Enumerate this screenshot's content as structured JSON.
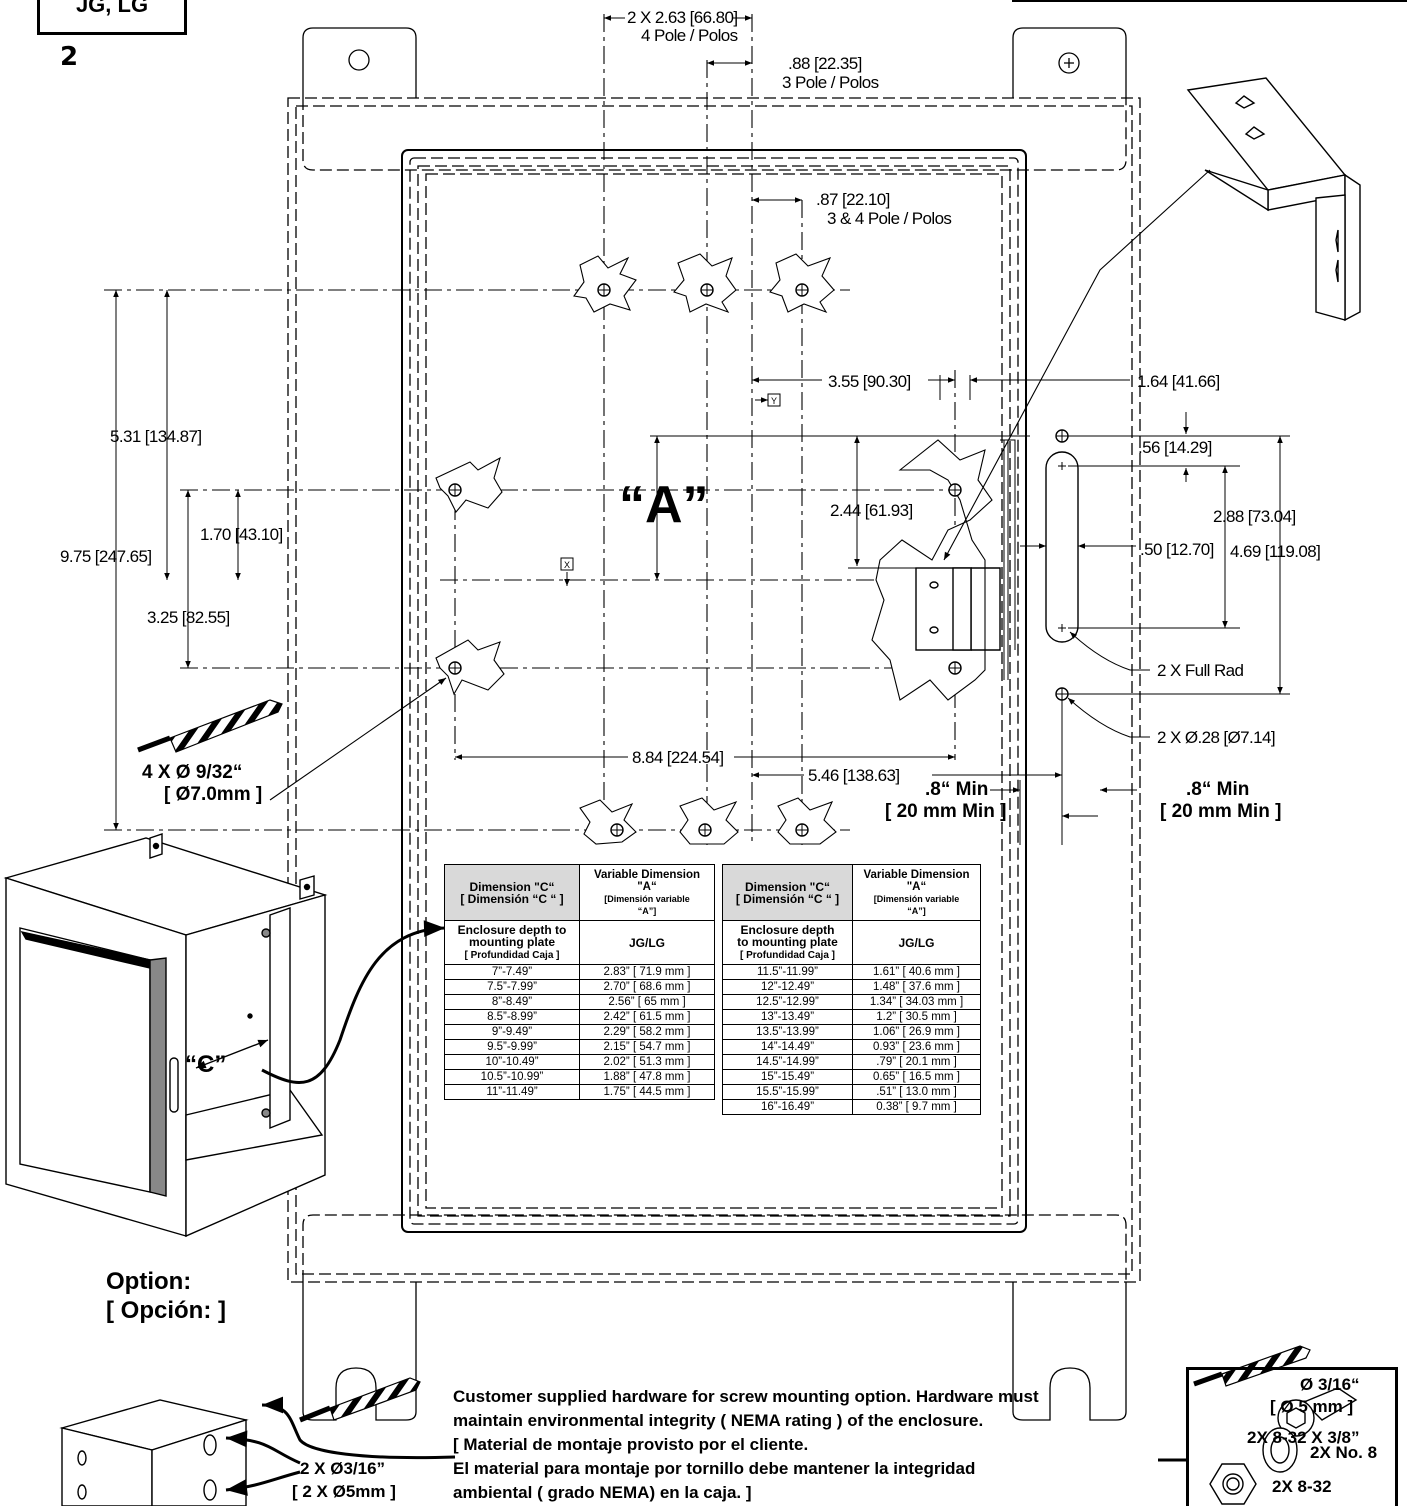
{
  "header": {
    "models": "JG, LG",
    "step": "2"
  },
  "dims": {
    "pole4": "2 X 2.63 [66.80]",
    "pole4_label": "4 Pole / Polos",
    "pole3": ".88 [22.35]",
    "pole3_label": "3 Pole / Polos",
    "pole34": ".87 [22.10]",
    "pole34_label": "3 & 4 Pole / Polos",
    "d355": "3.55 [90.30]",
    "d164": "1.64 [41.66]",
    "d531": "5.31 [134.87]",
    "d056": ".56 [14.29]",
    "d244": "2.44 [61.93]",
    "d288": "2.88 [73.04]",
    "d170": "1.70 [43.10]",
    "d050": ".50 [12.70]",
    "d469": "4.69 [119.08]",
    "d975": "9.75 [247.65]",
    "d325": "3.25 [82.55]",
    "fullrad": "2 X Full Rad",
    "d028": "2 X Ø.28 [Ø7.14]",
    "d884": "8.84 [224.54]",
    "d546": "5.46 [138.63]",
    "min1": ".8“ Min",
    "min1b": "[ 20 mm Min ]",
    "min2": ".8“ Min",
    "min2b": "[ 20 mm Min ]",
    "datum_y": "Y",
    "datum_x": "X"
  },
  "labels": {
    "A": "“A”",
    "C": "“C”",
    "drill_main": "4 X Ø 9/32“",
    "drill_main_mm": "[ Ø7.0mm ]",
    "option": "Option:",
    "option_es": "[ Opción: ]",
    "drill_small": "2 X Ø3/16”",
    "drill_small_mm": "[ 2 X Ø5mm ]",
    "note1": "Customer supplied hardware for screw mounting option. Hardware must",
    "note2": "maintain  environmental integrity ( NEMA rating ) of the enclosure.",
    "note3": "[ Material  de montaje provisto por el cliente.",
    "note4": "El material para montaje por tornillo debe mantener la integridad",
    "note5": "ambiental  ( grado NEMA) en la caja. ]"
  },
  "hardware": {
    "drill": "Ø 3/16“",
    "drill_mm": "[ Ø 5 mm ]",
    "screw": "2X  8-32 X 3/8”",
    "washer": "2X No. 8",
    "nut": "2X 8-32"
  },
  "table": {
    "h_dim": "Dimension \"C“",
    "h_dim_es": "[ Dimensión “C “ ]",
    "h_var": "Variable Dimension",
    "h_var2": "\"A“",
    "h_var_es": "[Dimensión  variable",
    "h_var_es2": "“A”]",
    "h_enc": "Enclosure depth to",
    "h_enc2": "mounting plate",
    "h_enc_es": "[ Profundidad Caja ]",
    "h_model": "JG/LG",
    "h_enc_r": "Enclosure depth",
    "h_enc_r2": "to mounting plate",
    "h_enc_r3": "[ Profundidad Caja ]",
    "left_rows": [
      [
        "7”-7.49”",
        "2.83” [ 71.9 mm ]"
      ],
      [
        "7.5”-7.99”",
        "2.70” [ 68.6 mm ]"
      ],
      [
        "8”-8.49”",
        "2.56” [ 65 mm ]"
      ],
      [
        "8.5”-8.99”",
        "2.42” [ 61.5 mm ]"
      ],
      [
        "9”-9.49”",
        "2.29” [ 58.2 mm ]"
      ],
      [
        "9.5”-9.99”",
        "2.15” [ 54.7 mm ]"
      ],
      [
        "10”-10.49”",
        "2.02” [ 51.3 mm ]"
      ],
      [
        "10.5”-10.99”",
        "1.88” [ 47.8 mm ]"
      ],
      [
        "11”-11.49”",
        "1.75” [ 44.5 mm ]"
      ]
    ],
    "right_rows": [
      [
        "11.5”-11.99”",
        "1.61” [ 40.6 mm ]"
      ],
      [
        "12”-12.49”",
        "1.48” [ 37.6 mm ]"
      ],
      [
        "12.5”-12.99”",
        "1.34” [ 34.03 mm ]"
      ],
      [
        "13”-13.49”",
        "1.2” [ 30.5 mm ]"
      ],
      [
        "13.5”-13.99”",
        "1.06” [ 26.9 mm ]"
      ],
      [
        "14”-14.49”",
        "0.93” [ 23.6 mm ]"
      ],
      [
        "14.5”-14.99”",
        ".79” [ 20.1 mm ]"
      ],
      [
        "15”-15.49”",
        "0.65” [ 16.5 mm ]"
      ],
      [
        "15.5”-15.99”",
        ".51” [ 13.0 mm ]"
      ],
      [
        "16”-16.49”",
        "0.38” [ 9.7 mm ]"
      ]
    ]
  }
}
